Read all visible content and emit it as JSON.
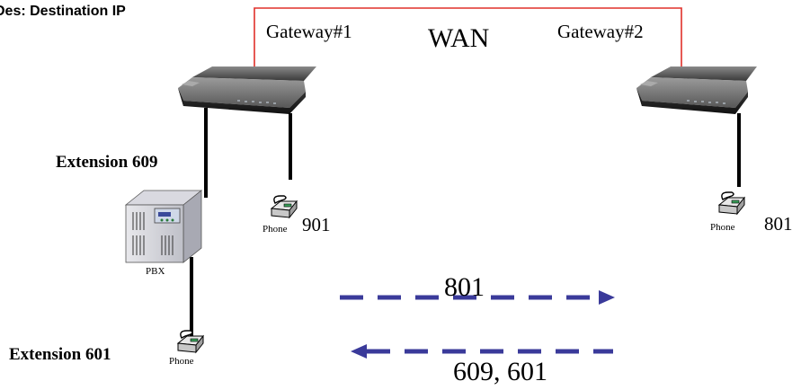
{
  "legend": {
    "text": "Des: Destination IP"
  },
  "wan": {
    "label": "WAN",
    "link_color": "#e0302a"
  },
  "gateways": [
    {
      "label": "Gateway#1"
    },
    {
      "label": "Gateway#2"
    }
  ],
  "pbx": {
    "label": "PBX"
  },
  "phones": {
    "caption": "Phone",
    "gw1_number": "901",
    "gw2_number": "801"
  },
  "extensions": {
    "ext_609": "Extension 609",
    "ext_601": "Extension 601"
  },
  "flows": {
    "forward_label": "801",
    "reverse_label": "609, 601",
    "arrow_color": "#3a3a9a"
  },
  "colors": {
    "cable": "#000000",
    "device_body": "#2b2b2b",
    "device_top": "#555555",
    "phone_body": "#d8d8d8",
    "phone_screen": "#3aa05a"
  }
}
